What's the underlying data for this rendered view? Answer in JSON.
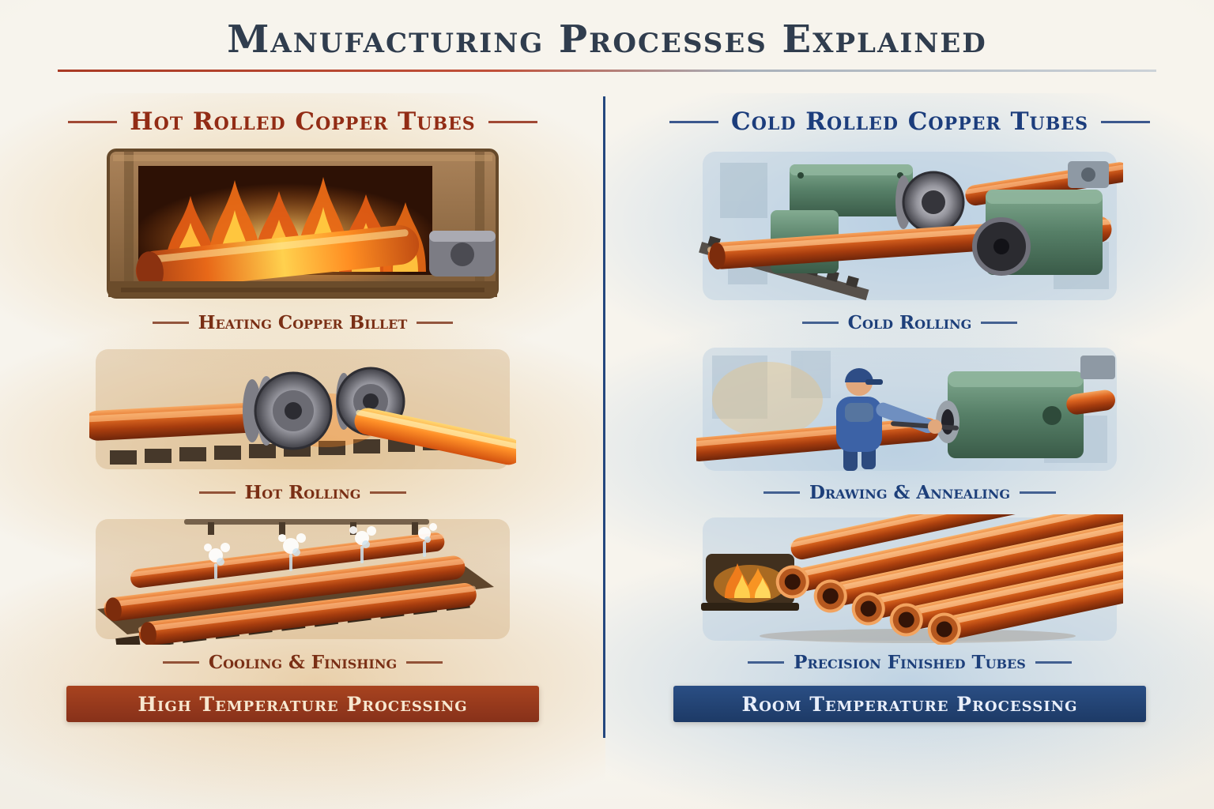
{
  "title": "Manufacturing Processes Explained",
  "divider_color": "#24477e",
  "title_rule_colors": [
    "#a93a24",
    "#ccd2d8"
  ],
  "columns": [
    {
      "id": "hot",
      "heading": "Hot Rolled Copper Tubes",
      "accent_color": "#922c15",
      "wash_color": "#e7c48a",
      "steps": [
        {
          "caption": "Heating Copper Billet",
          "illustration": "furnace-heating-copper-billet"
        },
        {
          "caption": "Hot Rolling",
          "illustration": "hot-rolling-mill"
        },
        {
          "caption": "Cooling & Finishing",
          "illustration": "water-cooling-tubes"
        }
      ],
      "banner": {
        "label": "High Temperature Processing",
        "color": "#993a1c"
      }
    },
    {
      "id": "cold",
      "heading": "Cold Rolled Copper Tubes",
      "accent_color": "#1c3d7c",
      "wash_color": "#a5c6e4",
      "steps": [
        {
          "caption": "Cold Rolling",
          "illustration": "cold-rolling-machine"
        },
        {
          "caption": "Drawing & Annealing",
          "illustration": "worker-drawing-machine"
        },
        {
          "caption": "Precision Finished Tubes",
          "illustration": "finished-copper-tubes"
        }
      ],
      "banner": {
        "label": "Room Temperature Processing",
        "color": "#24477e"
      }
    }
  ]
}
